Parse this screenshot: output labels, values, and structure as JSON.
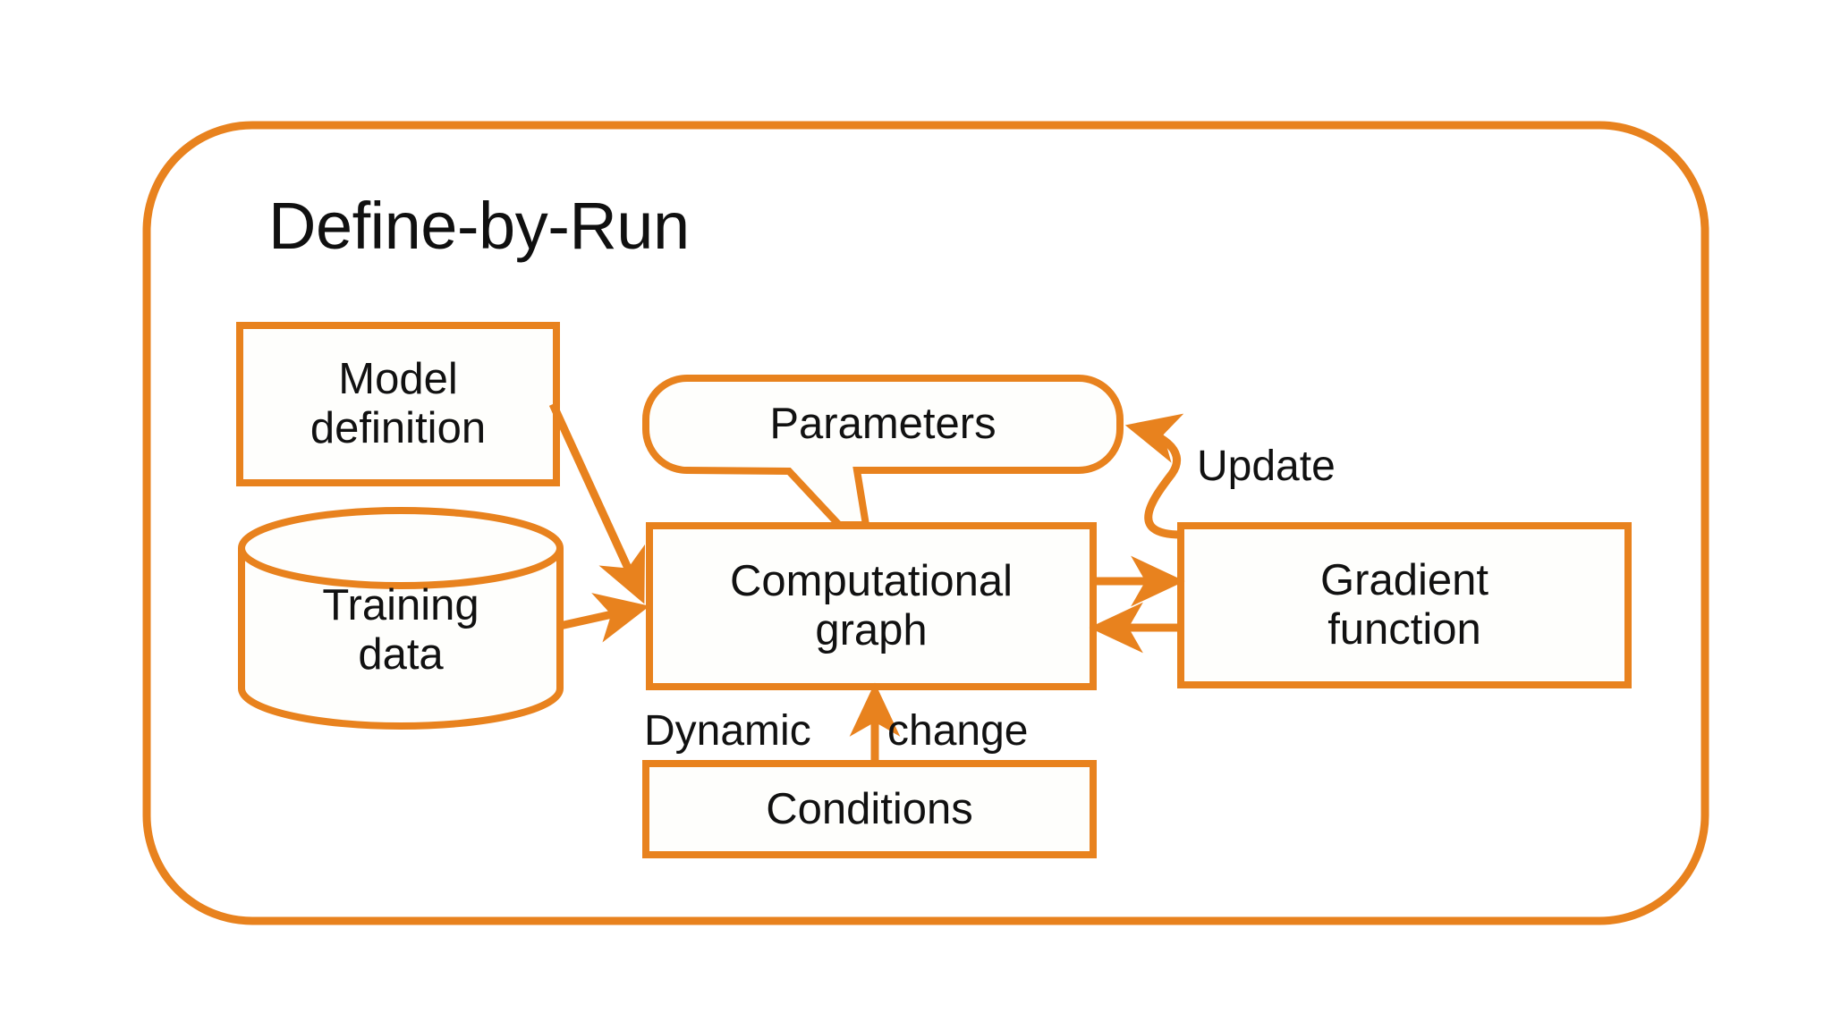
{
  "figure": {
    "title": "Define-by-Run",
    "accent_color": "#E8821E",
    "box_fill": "#FEFEFC",
    "text_color": "#111111",
    "background": "#FFFFFF"
  },
  "nodes": [
    {
      "id": "model-definition",
      "label": "Model\ndefinition",
      "shape": "rectangle"
    },
    {
      "id": "training-data",
      "label": "Training\ndata",
      "shape": "cylinder"
    },
    {
      "id": "parameters",
      "label": "Parameters",
      "shape": "rounded-callout"
    },
    {
      "id": "computational-graph",
      "label": "Computational\ngraph",
      "shape": "rectangle"
    },
    {
      "id": "gradient-function",
      "label": "Gradient\nfunction",
      "shape": "rectangle"
    },
    {
      "id": "conditions",
      "label": "Conditions",
      "shape": "rectangle"
    }
  ],
  "edges": [
    {
      "id": "model-to-graph",
      "from": "model-definition",
      "to": "computational-graph",
      "label": ""
    },
    {
      "id": "training-to-graph",
      "from": "training-data",
      "to": "computational-graph",
      "label": ""
    },
    {
      "id": "graph-to-gradient",
      "from": "computational-graph",
      "to": "gradient-function",
      "label": ""
    },
    {
      "id": "gradient-to-graph",
      "from": "gradient-function",
      "to": "computational-graph",
      "label": ""
    },
    {
      "id": "gradient-to-parameters",
      "from": "gradient-function",
      "to": "parameters",
      "label": "Update"
    },
    {
      "id": "conditions-to-graph",
      "from": "conditions",
      "to": "computational-graph",
      "label": "Dynamic change"
    }
  ],
  "edge_labels": {
    "update": "Update",
    "dynamic_change_left": "Dynamic",
    "dynamic_change_right": "change"
  }
}
